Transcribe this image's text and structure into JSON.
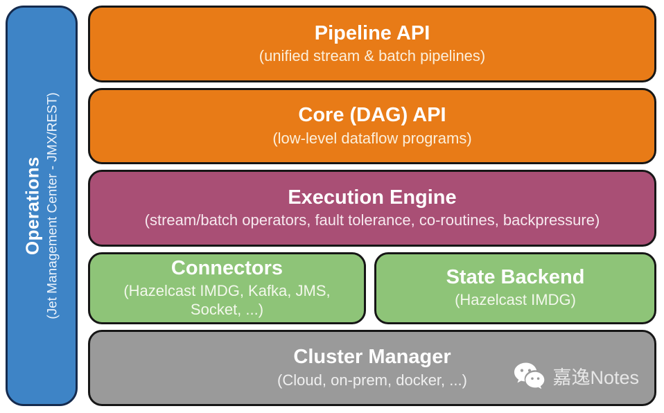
{
  "sidebar": {
    "title": "Operations",
    "subtitle": "(Jet Management Center - JMX/REST)",
    "color": "#3e84c6"
  },
  "layers": {
    "pipeline_api": {
      "title": "Pipeline API",
      "subtitle": "(unified stream & batch pipelines)",
      "color": "#e87b17"
    },
    "core_dag_api": {
      "title": "Core (DAG) API",
      "subtitle": "(low-level dataflow programs)",
      "color": "#e87b17"
    },
    "execution_engine": {
      "title": "Execution Engine",
      "subtitle": "(stream/batch operators, fault tolerance, co-routines, backpressure)",
      "color": "#a94f75"
    },
    "connectors": {
      "title": "Connectors",
      "subtitle": "(Hazelcast IMDG, Kafka, JMS, Socket, ...)",
      "color": "#8ec478"
    },
    "state_backend": {
      "title": "State Backend",
      "subtitle": "(Hazelcast IMDG)",
      "color": "#8ec478"
    },
    "cluster_manager": {
      "title": "Cluster Manager",
      "subtitle": "(Cloud, on-prem, docker, ...)",
      "color": "#9a9a9a"
    }
  },
  "watermark": {
    "label": "嘉逸Notes",
    "icon": "wechat-icon"
  },
  "colors": {
    "border": "#161616",
    "sidebar_border": "#152b4e",
    "background": "#ffffff"
  }
}
